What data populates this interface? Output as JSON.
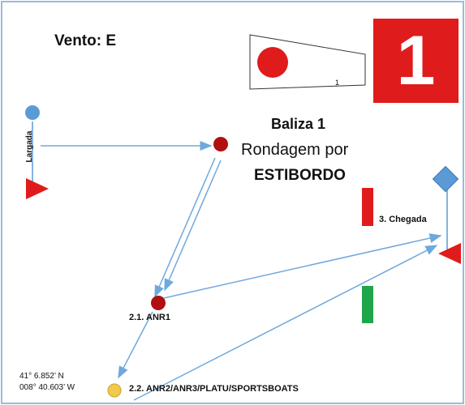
{
  "wind": "Vento: E",
  "flag": {
    "number": "1"
  },
  "badge": {
    "number": "1"
  },
  "mark": {
    "title": "Baliza 1",
    "line2": "Rondagem por",
    "line3": "ESTIBORDO"
  },
  "start": {
    "label": "Largada"
  },
  "finish": {
    "label": "3. Chegada"
  },
  "anr1": {
    "label": "2.1.  ANR1"
  },
  "coordinates": {
    "lat": "41° 6.852’ N",
    "lon": "008° 40.603’ W"
  },
  "classes_mark": {
    "label": "2.2. ANR2/ANR3/PLATU/SPORTSBOATS"
  },
  "colors": {
    "red": "#e01b1b",
    "dark_red_mark": "#b01010",
    "yellow_mark": "#f2c94c",
    "blue": "#5b9bd5",
    "green": "#1fa64a",
    "arrow": "#6fa8dc"
  }
}
